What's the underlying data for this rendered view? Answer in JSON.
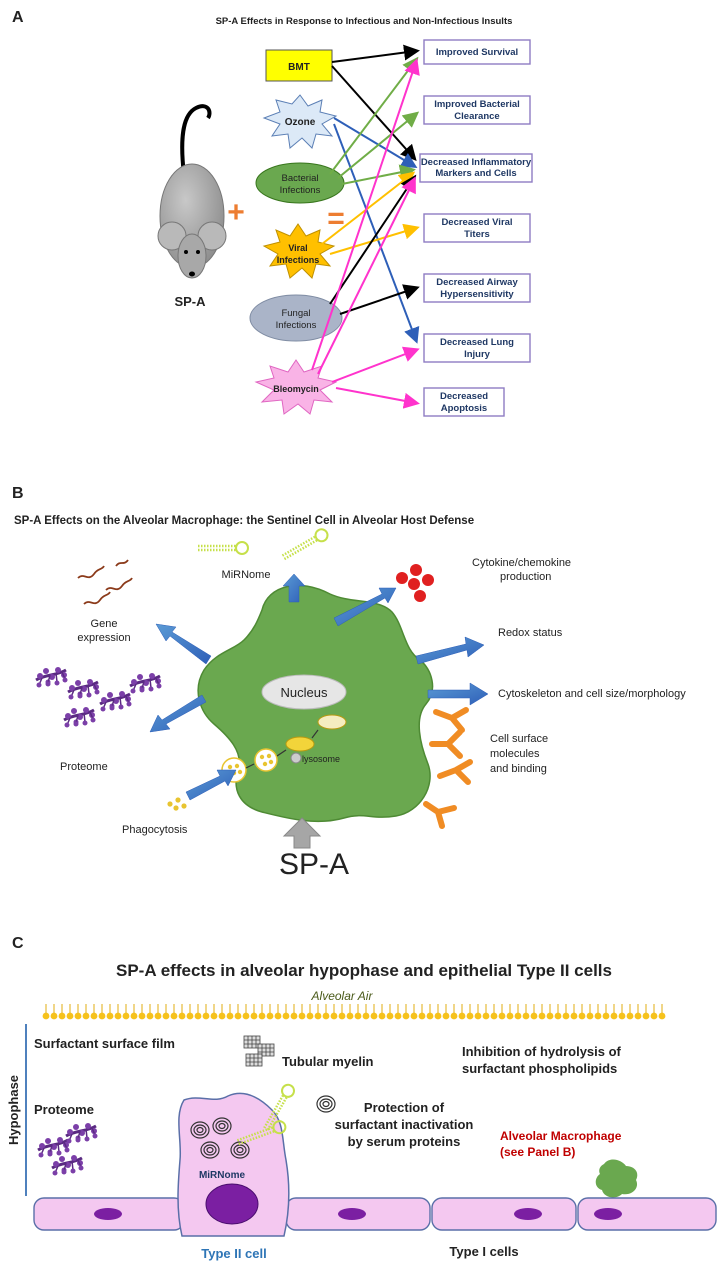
{
  "panelA": {
    "letter": "A",
    "title": "SP-A Effects in Response to Infectious and Non-Infectious Insults",
    "mouse_label": "SP-A",
    "plus": "+",
    "equals": "=",
    "insults": {
      "bmt": "BMT",
      "ozone": "Ozone",
      "bacterial": [
        "Bacterial",
        "Infections"
      ],
      "viral": [
        "Viral",
        "Infections"
      ],
      "fungal": [
        "Fungal",
        "Infections"
      ],
      "bleomycin": "Bleomycin"
    },
    "outcomes": [
      [
        "Improved Survival"
      ],
      [
        "Improved Bacterial",
        "Clearance"
      ],
      [
        "Decreased Inflammatory",
        "Markers and Cells"
      ],
      [
        "Decreased Viral",
        "Titers"
      ],
      [
        "Decreased Airway",
        "Hypersensitivity"
      ],
      [
        "Decreased Lung",
        "Injury"
      ],
      [
        "Decreased",
        "Apoptosis"
      ]
    ],
    "colors": {
      "bmt": "#000000",
      "ozone": "#2e5fb8",
      "bacterial": "#70ad47",
      "viral": "#ffc000",
      "fungal": "#000000",
      "bleomycin": "#ff33cc"
    }
  },
  "panelB": {
    "letter": "B",
    "title": "SP-A Effects on the Alveolar Macrophage: the Sentinel Cell in Alveolar Host Defense",
    "nucleus": "Nucleus",
    "lysosome": "lysosome",
    "sp_a": "SP-A",
    "labels": {
      "mirnome": "MiRNome",
      "cytokine": [
        "Cytokine/chemokine",
        "production"
      ],
      "gene": [
        "Gene",
        "expression"
      ],
      "redox": "Redox status",
      "cytoskeleton": "Cytoskeleton and cell size/morphology",
      "proteome": "Proteome",
      "surface": [
        "Cell surface",
        "molecules",
        "and binding"
      ],
      "phagocytosis": "Phagocytosis"
    }
  },
  "panelC": {
    "letter": "C",
    "title": "SP-A effects in alveolar hypophase and epithelial Type II cells",
    "alveolar_air": "Alveolar Air",
    "hypophase": "Hypophase",
    "surface_film": "Surfactant surface film",
    "tubular_myelin": "Tubular myelin",
    "inhibition": [
      "Inhibition of hydrolysis of",
      "surfactant phospholipids"
    ],
    "proteome": "Proteome",
    "protection": [
      "Protection of",
      "surfactant inactivation",
      "by serum proteins"
    ],
    "macrophage": [
      "Alveolar Macrophage",
      "(see Panel B)"
    ],
    "mirnome": "MiRNome",
    "type2": "Type II cell",
    "type1": "Type I cells"
  }
}
